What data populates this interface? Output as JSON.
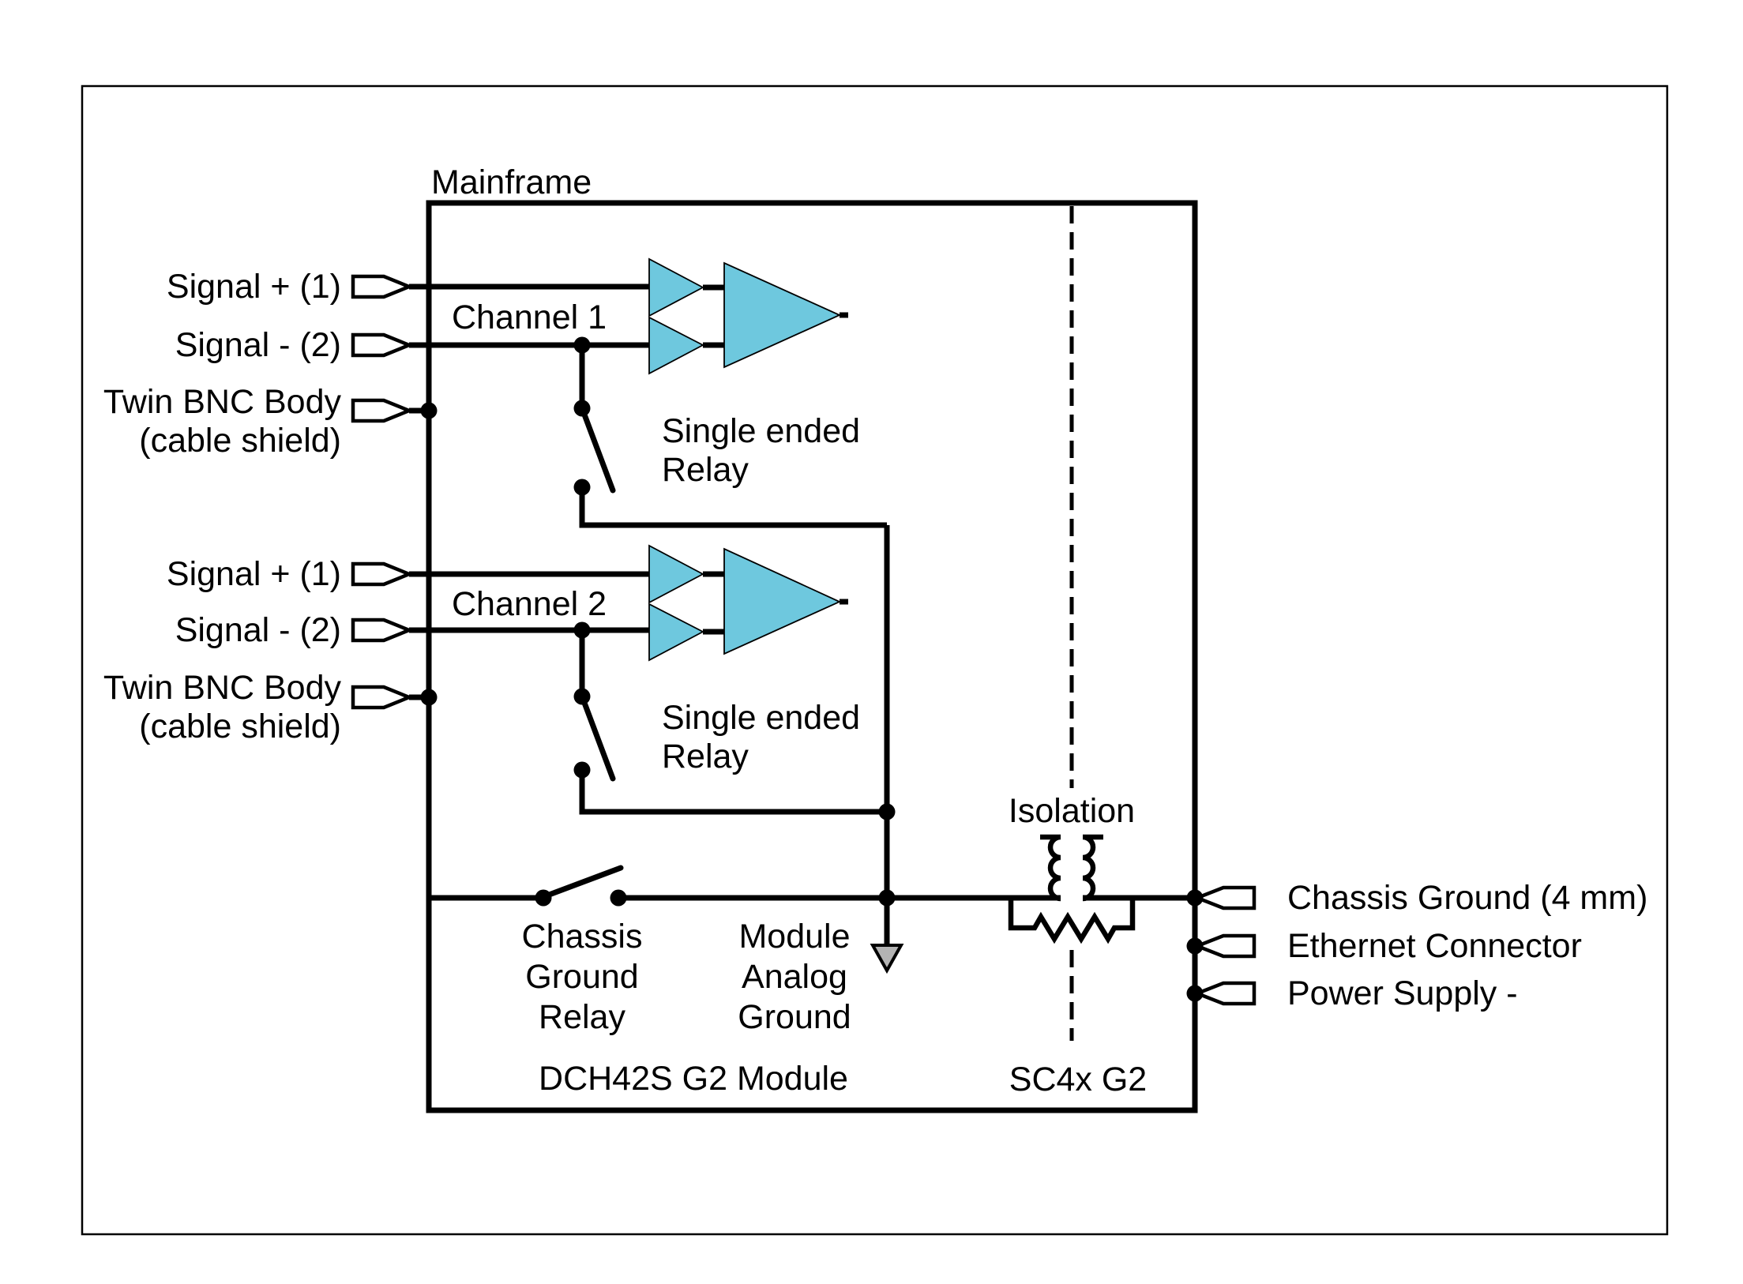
{
  "colors": {
    "amp_fill": "#6EC8DE",
    "arrow_fill": "#B3B3B3",
    "line": "#000000"
  },
  "mainframe": {
    "title": "Mainframe",
    "module_label": "DCH42S G2 Module",
    "controller_label": "SC4x G2"
  },
  "channel1": {
    "name": "Channel 1",
    "signal_plus": "Signal + (1)",
    "signal_minus": "Signal - (2)",
    "bnc_line1": "Twin BNC Body",
    "bnc_line2": "(cable shield)",
    "relay_line1": "Single ended",
    "relay_line2": "Relay"
  },
  "channel2": {
    "name": "Channel 2",
    "signal_plus": "Signal + (1)",
    "signal_minus": "Signal - (2)",
    "bnc_line1": "Twin BNC Body",
    "bnc_line2": "(cable shield)",
    "relay_line1": "Single ended",
    "relay_line2": "Relay"
  },
  "isolation": {
    "label": "Isolation"
  },
  "chassis_relay": {
    "line1": "Chassis",
    "line2": "Ground",
    "line3": "Relay"
  },
  "module_ground": {
    "line1": "Module",
    "line2": "Analog",
    "line3": "Ground"
  },
  "right_ports": {
    "chassis_ground": "Chassis Ground (4 mm)",
    "ethernet": "Ethernet Connector",
    "power_supply": "Power Supply -"
  }
}
